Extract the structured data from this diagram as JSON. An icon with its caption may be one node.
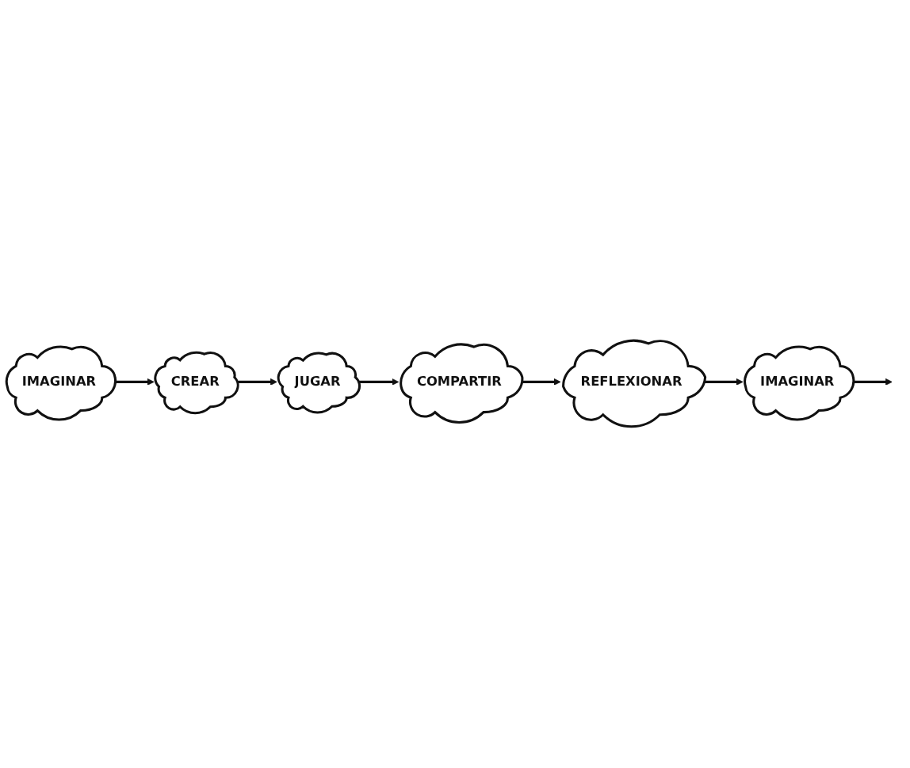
{
  "diagram": {
    "nodes": [
      {
        "text": [
          "IMAGINAR"
        ]
      },
      {
        "text": [
          "REFLEXIONAR"
        ]
      },
      {
        "text": [
          "IMAGINAR"
        ]
      },
      {
        "text": [
          "CREAR"
        ]
      },
      {
        "text": [
          "COMPARTIR"
        ]
      },
      {
        "text": [
          "JUGAR"
        ]
      }
    ],
    "edges": [
      {
        "from": 2,
        "to": 3,
        "arrow": "to"
      },
      {
        "from": 3,
        "to": 5,
        "arrow": "to"
      },
      {
        "from": 5,
        "to": 4,
        "arrow": "to"
      },
      {
        "from": 4,
        "to": 1,
        "arrow": "to"
      },
      {
        "from": 1,
        "to": 0,
        "arrow": "to"
      },
      {
        "from": 0,
        "to": null,
        "arrow": "to"
      }
    ]
  }
}
